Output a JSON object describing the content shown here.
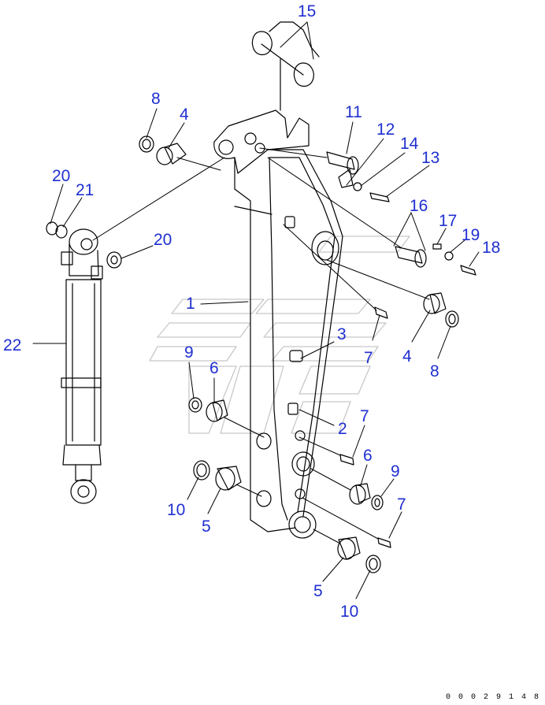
{
  "diagram": {
    "labels": [
      {
        "id": "l15",
        "text": "15"
      },
      {
        "id": "l8a",
        "text": "8"
      },
      {
        "id": "l4a",
        "text": "4"
      },
      {
        "id": "l11",
        "text": "11"
      },
      {
        "id": "l12",
        "text": "12"
      },
      {
        "id": "l14",
        "text": "14"
      },
      {
        "id": "l13",
        "text": "13"
      },
      {
        "id": "l20a",
        "text": "20"
      },
      {
        "id": "l21",
        "text": "21"
      },
      {
        "id": "l16",
        "text": "16"
      },
      {
        "id": "l17",
        "text": "17"
      },
      {
        "id": "l19",
        "text": "19"
      },
      {
        "id": "l18",
        "text": "18"
      },
      {
        "id": "l20b",
        "text": "20"
      },
      {
        "id": "l1",
        "text": "1"
      },
      {
        "id": "l22",
        "text": "22"
      },
      {
        "id": "l3",
        "text": "3"
      },
      {
        "id": "l7a",
        "text": "7"
      },
      {
        "id": "l4b",
        "text": "4"
      },
      {
        "id": "l9a",
        "text": "9"
      },
      {
        "id": "l6a",
        "text": "6"
      },
      {
        "id": "l8b",
        "text": "8"
      },
      {
        "id": "l2",
        "text": "2"
      },
      {
        "id": "l7b",
        "text": "7"
      },
      {
        "id": "l6b",
        "text": "6"
      },
      {
        "id": "l9b",
        "text": "9"
      },
      {
        "id": "l10a",
        "text": "10"
      },
      {
        "id": "l5a",
        "text": "5"
      },
      {
        "id": "l7c",
        "text": "7"
      },
      {
        "id": "l5b",
        "text": "5"
      },
      {
        "id": "l10b",
        "text": "10"
      }
    ],
    "drawing_code": "0 0 0 2 9 1 4 8",
    "label_color": "#1f2fd0",
    "line_color": "#000000",
    "watermark_color": "#c8c8c8"
  }
}
